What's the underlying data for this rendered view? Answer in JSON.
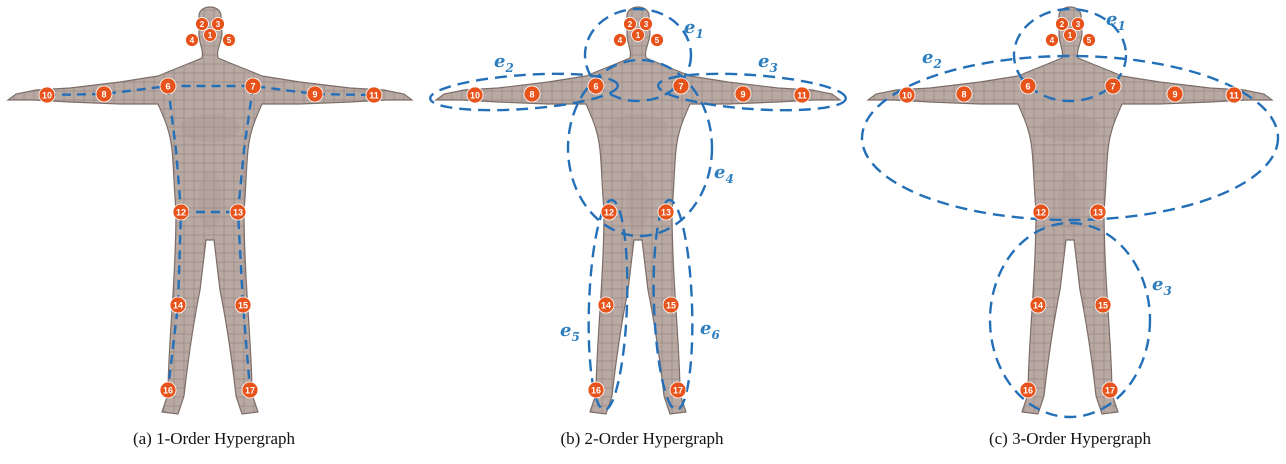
{
  "colors": {
    "body_fill": "#b9a9a3",
    "body_shade": "#a8968f",
    "mesh": "#7c6d68",
    "joint": "#e8531c",
    "edge": "#2470b8",
    "edge_label": "#2d7fc0"
  },
  "joint_labels": [
    "1",
    "2",
    "3",
    "4",
    "5",
    "6",
    "7",
    "8",
    "9",
    "10",
    "11",
    "12",
    "13",
    "14",
    "15",
    "16",
    "17"
  ],
  "panels": [
    {
      "caption": "(a) 1-Order Hypergraph",
      "edge_labels": []
    },
    {
      "caption": "(b) 2-Order Hypergraph",
      "edge_labels": [
        {
          "base": "e",
          "sub": "1"
        },
        {
          "base": "e",
          "sub": "2"
        },
        {
          "base": "e",
          "sub": "3"
        },
        {
          "base": "e",
          "sub": "4"
        },
        {
          "base": "e",
          "sub": "5"
        },
        {
          "base": "e",
          "sub": "6"
        }
      ]
    },
    {
      "caption": "(c) 3-Order Hypergraph",
      "edge_labels": [
        {
          "base": "e",
          "sub": "1"
        },
        {
          "base": "e",
          "sub": "2"
        },
        {
          "base": "e",
          "sub": "3"
        }
      ]
    }
  ]
}
